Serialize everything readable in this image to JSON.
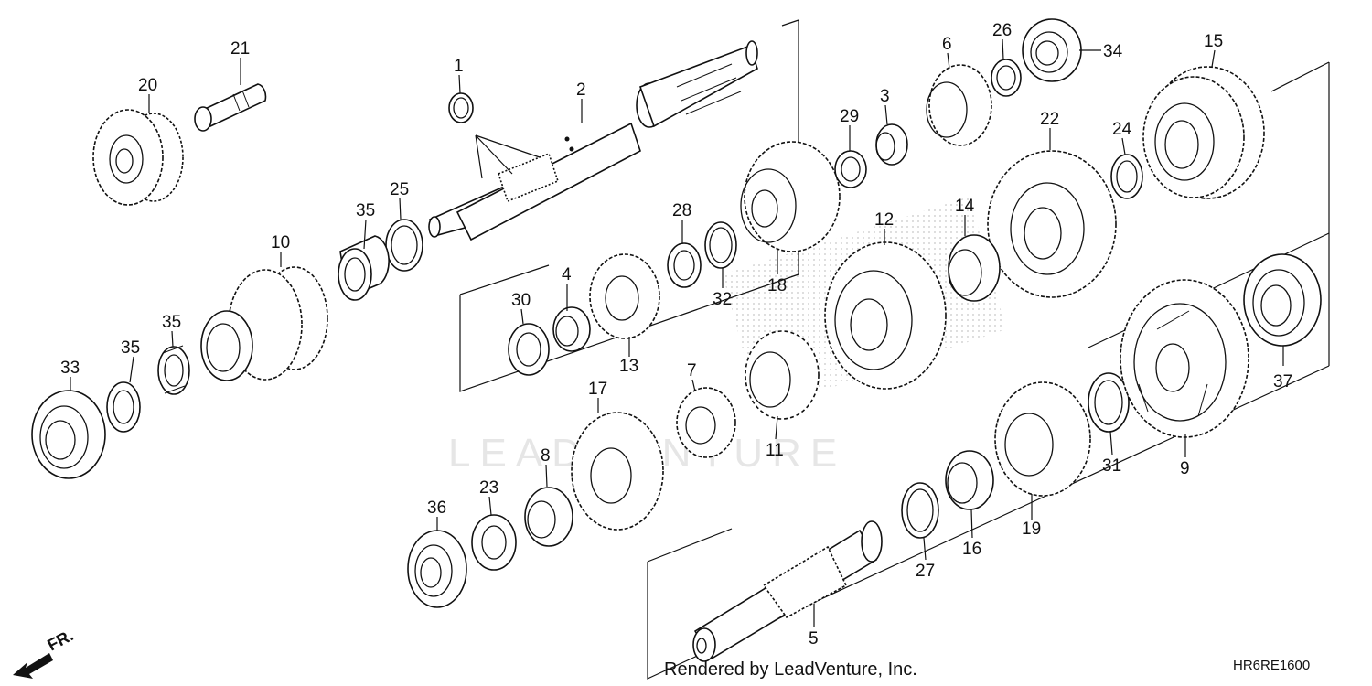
{
  "footer": {
    "credit": "Rendered by LeadVenture, Inc.",
    "diagram_code": "HR6RE1600"
  },
  "direction": {
    "label": "FR."
  },
  "watermark": {
    "text": "LEADVENTURE"
  },
  "callouts": [
    {
      "id": "c1",
      "number": "1"
    },
    {
      "id": "c2",
      "number": "2"
    },
    {
      "id": "c3",
      "number": "3"
    },
    {
      "id": "c4",
      "number": "4"
    },
    {
      "id": "c5",
      "number": "5"
    },
    {
      "id": "c6",
      "number": "6"
    },
    {
      "id": "c7",
      "number": "7"
    },
    {
      "id": "c8",
      "number": "8"
    },
    {
      "id": "c9",
      "number": "9"
    },
    {
      "id": "c10",
      "number": "10"
    },
    {
      "id": "c11",
      "number": "11"
    },
    {
      "id": "c12",
      "number": "12"
    },
    {
      "id": "c13",
      "number": "13"
    },
    {
      "id": "c14",
      "number": "14"
    },
    {
      "id": "c15",
      "number": "15"
    },
    {
      "id": "c16",
      "number": "16"
    },
    {
      "id": "c17",
      "number": "17"
    },
    {
      "id": "c18",
      "number": "18"
    },
    {
      "id": "c19",
      "number": "19"
    },
    {
      "id": "c20",
      "number": "20"
    },
    {
      "id": "c21",
      "number": "21"
    },
    {
      "id": "c22",
      "number": "22"
    },
    {
      "id": "c23",
      "number": "23"
    },
    {
      "id": "c24",
      "number": "24"
    },
    {
      "id": "c25",
      "number": "25"
    },
    {
      "id": "c26",
      "number": "26"
    },
    {
      "id": "c27",
      "number": "27"
    },
    {
      "id": "c28",
      "number": "28"
    },
    {
      "id": "c29",
      "number": "29"
    },
    {
      "id": "c30",
      "number": "30"
    },
    {
      "id": "c31",
      "number": "31"
    },
    {
      "id": "c32",
      "number": "32"
    },
    {
      "id": "c33",
      "number": "33"
    },
    {
      "id": "c34",
      "number": "34"
    },
    {
      "id": "c35a",
      "number": "35"
    },
    {
      "id": "c35b",
      "number": "35"
    },
    {
      "id": "c35c",
      "number": "35"
    },
    {
      "id": "c36",
      "number": "36"
    },
    {
      "id": "c37",
      "number": "37"
    }
  ]
}
